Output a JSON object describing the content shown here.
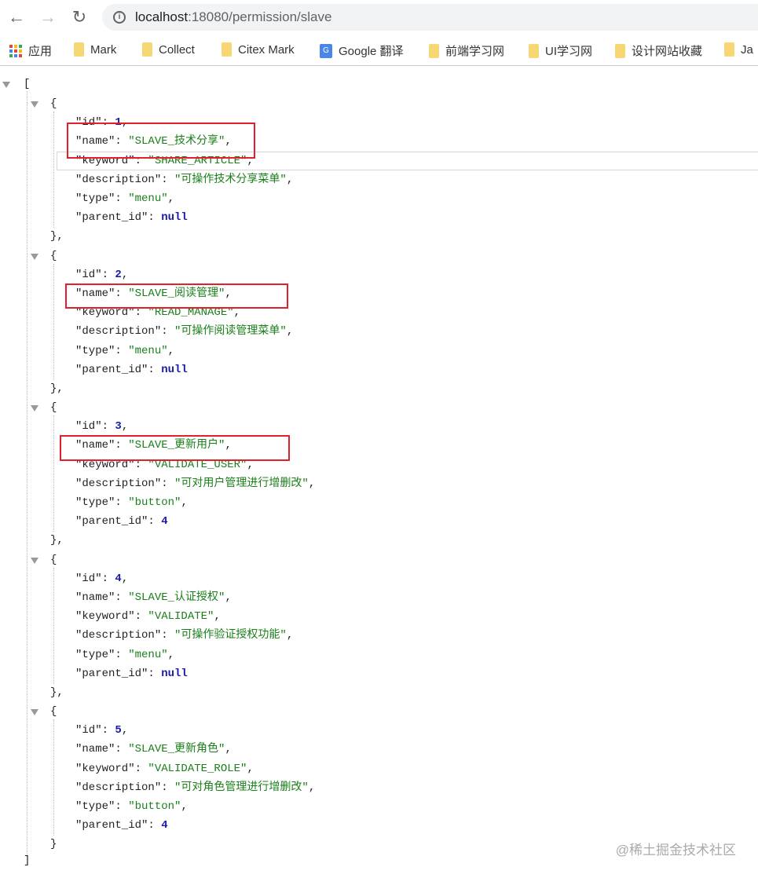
{
  "browser": {
    "url_host": "localhost",
    "url_rest": ":18080/permission/slave"
  },
  "bookmarks": [
    {
      "label": "应用",
      "icon": "apps-icon"
    },
    {
      "label": "Mark",
      "icon": "folder-icon"
    },
    {
      "label": "Collect",
      "icon": "folder-icon"
    },
    {
      "label": "Citex Mark",
      "icon": "folder-icon"
    },
    {
      "label": "Google 翻译",
      "icon": "google-translate-icon"
    },
    {
      "label": "前端学习网",
      "icon": "folder-icon"
    },
    {
      "label": "UI学习网",
      "icon": "folder-icon"
    },
    {
      "label": "设计网站收藏",
      "icon": "folder-icon"
    },
    {
      "label": "Ja",
      "icon": "folder-icon"
    }
  ],
  "json": {
    "open": "[",
    "close": "]",
    "objects": [
      {
        "id": "1",
        "name": "\"SLAVE_技术分享\"",
        "keyword": "\"SHARE_ARTICLE\"",
        "description": "\"可操作技术分享菜单\"",
        "type": "\"menu\"",
        "parent_id": "null"
      },
      {
        "id": "2",
        "name": "\"SLAVE_阅读管理\"",
        "keyword": "\"READ_MANAGE\"",
        "description": "\"可操作阅读管理菜单\"",
        "type": "\"menu\"",
        "parent_id": "null"
      },
      {
        "id": "3",
        "name": "\"SLAVE_更新用户\"",
        "keyword": "\"VALIDATE_USER\"",
        "description": "\"可对用户管理进行增删改\"",
        "type": "\"button\"",
        "parent_id": "4"
      },
      {
        "id": "4",
        "name": "\"SLAVE_认证授权\"",
        "keyword": "\"VALIDATE\"",
        "description": "\"可操作验证授权功能\"",
        "type": "\"menu\"",
        "parent_id": "null"
      },
      {
        "id": "5",
        "name": "\"SLAVE_更新角色\"",
        "keyword": "\"VALIDATE_ROLE\"",
        "description": "\"可对角色管理进行增删改\"",
        "type": "\"button\"",
        "parent_id": "4"
      }
    ]
  },
  "watermark": "@稀土掘金技术社区"
}
